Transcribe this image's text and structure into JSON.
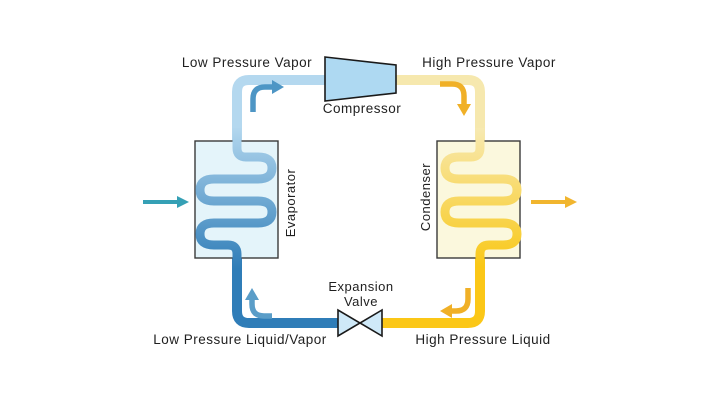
{
  "labels": {
    "low_pressure_vapor": "Low Pressure Vapor",
    "high_pressure_vapor": "High Pressure Vapor",
    "compressor": "Compressor",
    "evaporator": "Evaporator",
    "condenser": "Condenser",
    "expansion_valve_line1": "Expansion",
    "expansion_valve_line2": "Valve",
    "low_pressure_liquid_vapor": "Low Pressure Liquid/Vapor",
    "high_pressure_liquid": "High Pressure Liquid"
  },
  "colors": {
    "pipe_low_pressure_vapor": "#b4d8ef",
    "pipe_high_pressure_vapor": "#f6e8ae",
    "pipe_low_pressure_liquid_vapor": "#2f7db8",
    "pipe_high_pressure_liquid": "#fbc717",
    "flow_arrow_blue": "#4e96c5",
    "flow_arrow_gold": "#f0b027",
    "air_in_arrow": "#35a0b5",
    "air_out_arrow": "#f1b52e",
    "evaporator_box_fill": "#e4f4fa",
    "condenser_box_fill": "#fbf8dd",
    "compressor_fill": "#aed9f2",
    "valve_fill": "#cfe9f8",
    "outline": "#1a1a1a",
    "box_outline": "#3a3a3a",
    "coil_evaporator_top": "#b4d8ef",
    "coil_evaporator_bottom": "#2e7cb7",
    "coil_condenser_top": "#f7eab4",
    "coil_condenser_bottom": "#f9c713"
  }
}
